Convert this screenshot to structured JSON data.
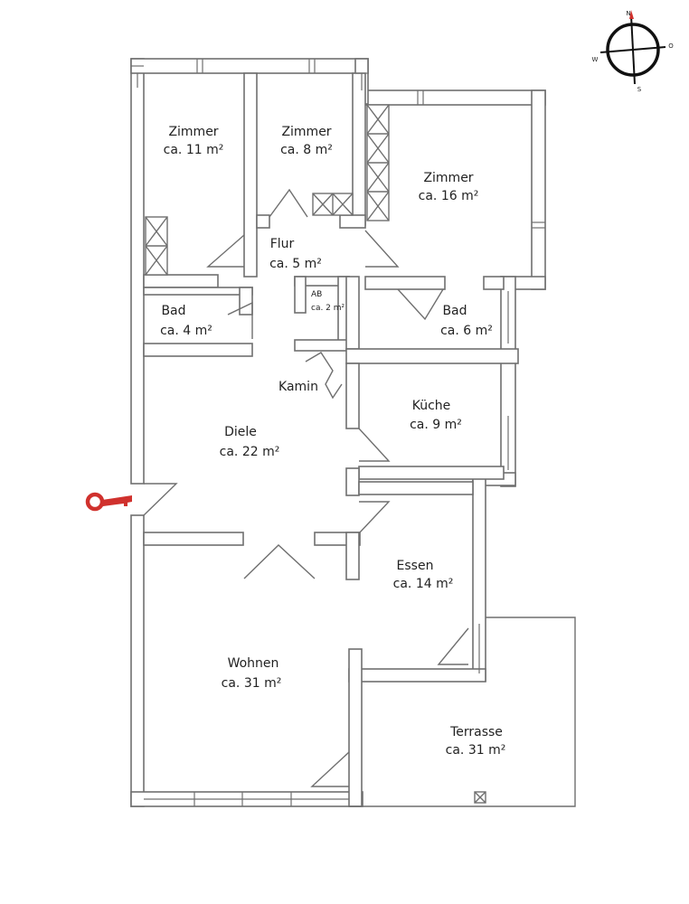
{
  "compass": {
    "north": "N",
    "east": "O",
    "south": "S",
    "west": "W",
    "north_color": "#d0312d"
  },
  "entrance": {
    "icon": "key-icon",
    "color": "#d0312d"
  },
  "rooms": [
    {
      "id": "zimmer-1",
      "name": "Zimmer",
      "area": "ca. 11 m²"
    },
    {
      "id": "zimmer-2",
      "name": "Zimmer",
      "area": "ca. 8 m²"
    },
    {
      "id": "zimmer-3",
      "name": "Zimmer",
      "area": "ca. 16 m²"
    },
    {
      "id": "flur",
      "name": "Flur",
      "area": "ca. 5 m²"
    },
    {
      "id": "bad-1",
      "name": "Bad",
      "area": "ca. 4 m²"
    },
    {
      "id": "ab",
      "name": "AB",
      "area": "ca. 2 m²"
    },
    {
      "id": "bad-2",
      "name": "Bad",
      "area": "ca. 6 m²"
    },
    {
      "id": "kamin",
      "name": "Kamin",
      "area": ""
    },
    {
      "id": "diele",
      "name": "Diele",
      "area": "ca. 22 m²"
    },
    {
      "id": "kueche",
      "name": "Küche",
      "area": "ca. 9 m²"
    },
    {
      "id": "essen",
      "name": "Essen",
      "area": "ca. 14 m²"
    },
    {
      "id": "wohnen",
      "name": "Wohnen",
      "area": "ca. 31 m²"
    },
    {
      "id": "terrasse",
      "name": "Terrasse",
      "area": "ca. 31 m²"
    }
  ]
}
